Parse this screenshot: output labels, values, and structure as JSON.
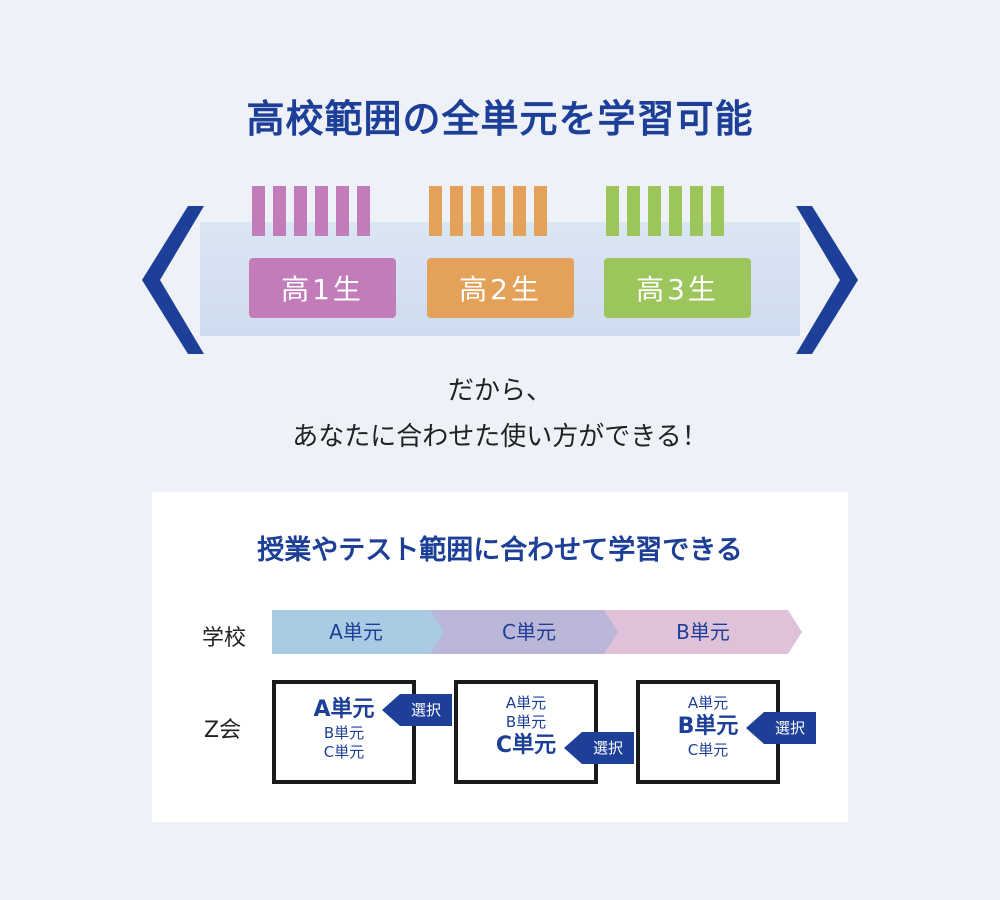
{
  "headline": "高校範囲の全単元を学習可能",
  "grades": [
    {
      "label": "高1生",
      "color": "#c27cb9"
    },
    {
      "label": "高2生",
      "color": "#e3a15a"
    },
    {
      "label": "高3生",
      "color": "#9cc65c"
    }
  ],
  "middle_text": {
    "line1": "だから、",
    "line2": "あなたに合わせた使い方ができる！"
  },
  "panel": {
    "title": "授業やテスト範囲に合わせて学習できる",
    "school_label": "学校",
    "zkai_label": "Z会",
    "school_flow": [
      {
        "label": "A単元",
        "color": "#a9cbe3"
      },
      {
        "label": "C単元",
        "color": "#b9b6d8"
      },
      {
        "label": "B単元",
        "color": "#dfc2da"
      }
    ],
    "cards": [
      {
        "lines": [
          "A単元",
          "B単元",
          "C単元"
        ],
        "highlight": 0
      },
      {
        "lines": [
          "A単元",
          "B単元",
          "C単元"
        ],
        "highlight": 2
      },
      {
        "lines": [
          "A単元",
          "B単元",
          "C単元"
        ],
        "highlight": 1
      }
    ],
    "select_label": "選択"
  },
  "colors": {
    "navy": "#1d3f97",
    "background": "#eef2f8"
  }
}
